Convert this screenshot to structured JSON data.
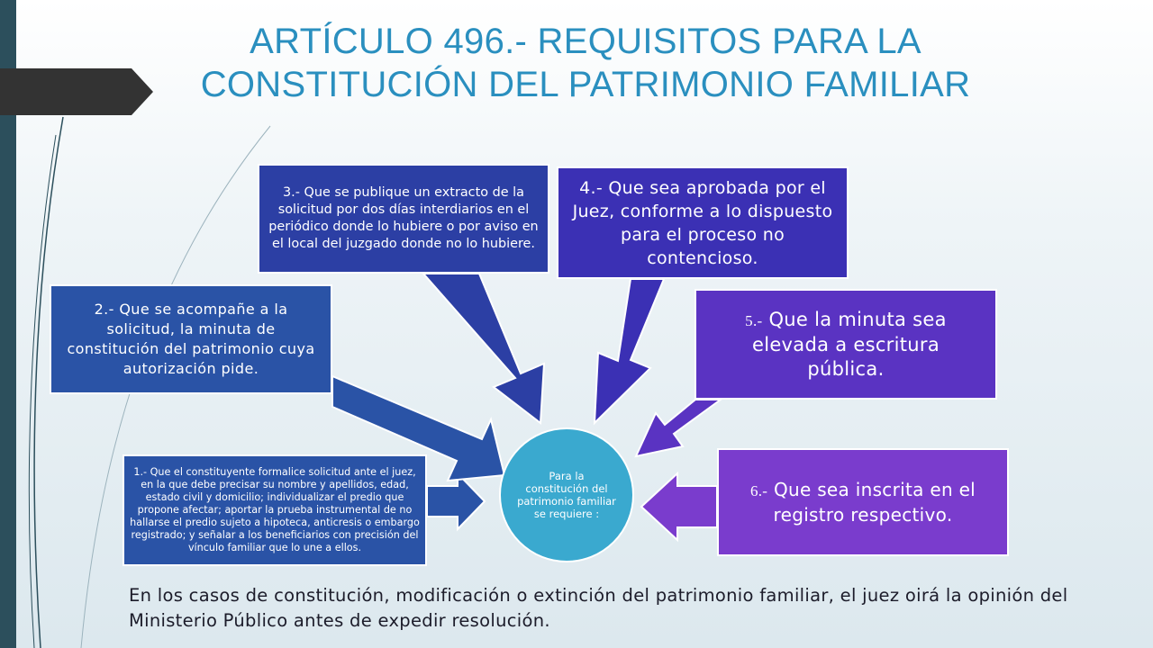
{
  "slide": {
    "title_line1": "ARTÍCULO 496.- REQUISITOS PARA LA",
    "title_line2": "CONSTITUCIÓN DEL PATRIMONIO FAMILIAR"
  },
  "diagram": {
    "center": "Para la constitución del patrimonio familiar se requiere :",
    "items": [
      {
        "text": "1.- Que el constituyente  formalice solicitud ante el juez, en la que debe precisar su nombre y apellidos, edad, estado civil y domicilio; individualizar el predio que propone afectar; aportar la prueba instrumental de no hallarse el predio sujeto a hipoteca, anticresis o embargo registrado; y señalar a los beneficiarios con precisión del vínculo familiar que lo une a ellos."
      },
      {
        "text": "2.- Que se acompañe a la solicitud, la minuta de constitución del patrimonio cuya autorización pide."
      },
      {
        "text": "3.- Que se publique un extracto de la solicitud por dos días interdiarios en el periódico donde lo hubiere o por aviso en el local del juzgado donde no lo hubiere."
      },
      {
        "text": "4.- Que sea aprobada por el Juez, conforme a lo dispuesto para el proceso no contencioso."
      },
      {
        "number": "5.-",
        "text": "Que la minuta sea elevada a escritura pública."
      },
      {
        "number": "6.-",
        "text": "Que sea inscrita en el registro respectivo."
      }
    ]
  },
  "footer_note": "En los casos de constitución, modificación o extinción del patrimonio familiar, el juez oirá la opinión del Ministerio Público antes de expedir resolución.",
  "colors": {
    "title": "#2a8fbf",
    "box_blue": "#2a53a6",
    "box_indigo": "#2c3fa4",
    "box_violet": "#3b30b4",
    "box_purple": "#5a33c2",
    "box_lilac": "#7a3ccd",
    "center": "#3aa9cf"
  }
}
